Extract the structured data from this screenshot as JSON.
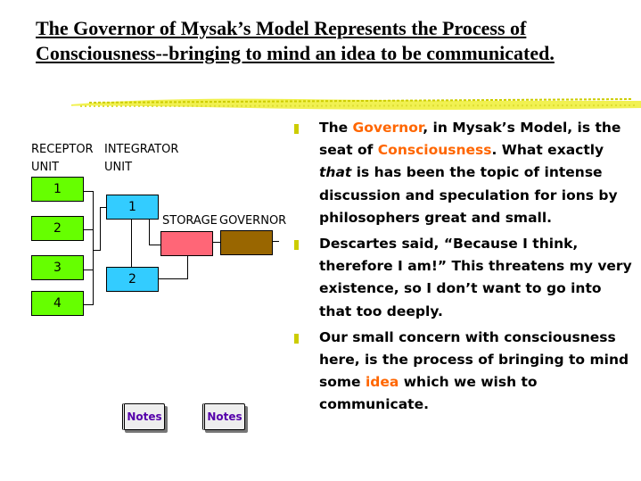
{
  "title": {
    "line1": "The Governor of Mysak’s Model Represents the Process of",
    "line2": "Consciousness--bringing to mind an idea to be communicated."
  },
  "diagram": {
    "receptor_label_1": "RECEPTOR",
    "receptor_label_2": "UNIT",
    "integrator_label_1": "INTEGRATOR",
    "integrator_label_2": "UNIT",
    "storage_label": "STORAGE",
    "governor_label": "GOVERNOR",
    "receptors": [
      "1",
      "2",
      "3",
      "4"
    ],
    "integrators": [
      "1",
      "2"
    ],
    "colors": {
      "receptor": "#66ff00",
      "integrator": "#33ccff",
      "storage": "#ff6677",
      "governor": "#996600"
    }
  },
  "notes_buttons": [
    "Notes",
    "Notes"
  ],
  "bullets": [
    {
      "p1": "The ",
      "h1": "Governor",
      "p2": ", in Mysak’s Model, is the seat of ",
      "h2": "Consciousness",
      "p3": ".  What exactly ",
      "i1": "that",
      "p4": " is has been the topic of intense discussion and speculation for ions by philosophers great and small."
    },
    {
      "text": "Descartes said, “Because I think, therefore I am!”  This threatens my very existence, so I don’t want to go into that too deeply."
    },
    {
      "p1": "Our small concern with consciousness here, is the process of bringing to mind some ",
      "h1": "idea",
      "p2": " which we wish to communicate."
    }
  ],
  "accent": "#ff6600"
}
